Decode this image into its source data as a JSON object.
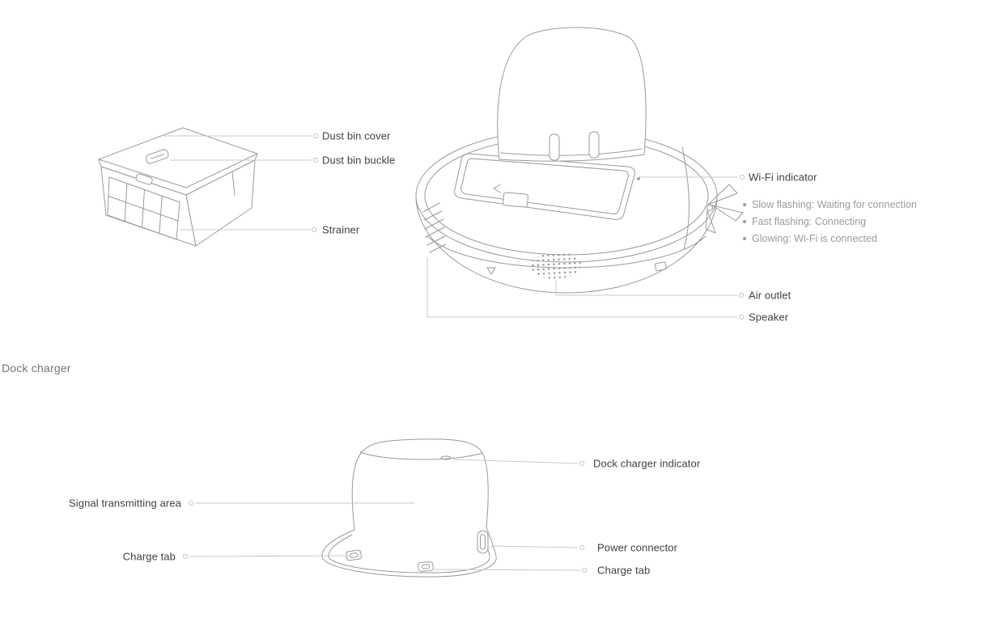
{
  "colors": {
    "page_bg": "#ffffff",
    "illustration_stroke": "#9a9a9a",
    "leader_line": "#c9c9c9",
    "label_text": "#404040",
    "note_text": "#9b9b9b",
    "heading_text": "#757575"
  },
  "top_diagram": {
    "labels": {
      "dust_bin_cover": "Dust bin cover",
      "dust_bin_buckle": "Dust bin buckle",
      "strainer": "Strainer",
      "wifi_indicator": "Wi-Fi indicator",
      "air_outlet": "Air outlet",
      "speaker": "Speaker"
    },
    "wifi_notes": [
      "Slow flashing: Waiting for connection",
      "Fast flashing: Connecting",
      "Glowing: Wi-Fi is connected"
    ]
  },
  "dock_section": {
    "heading": "Dock charger",
    "labels": {
      "dock_charger_indicator": "Dock charger indicator",
      "signal_transmitting_area": "Signal transmitting area",
      "charge_tab_left": "Charge tab",
      "power_connector": "Power connector",
      "charge_tab_right": "Charge tab"
    }
  }
}
